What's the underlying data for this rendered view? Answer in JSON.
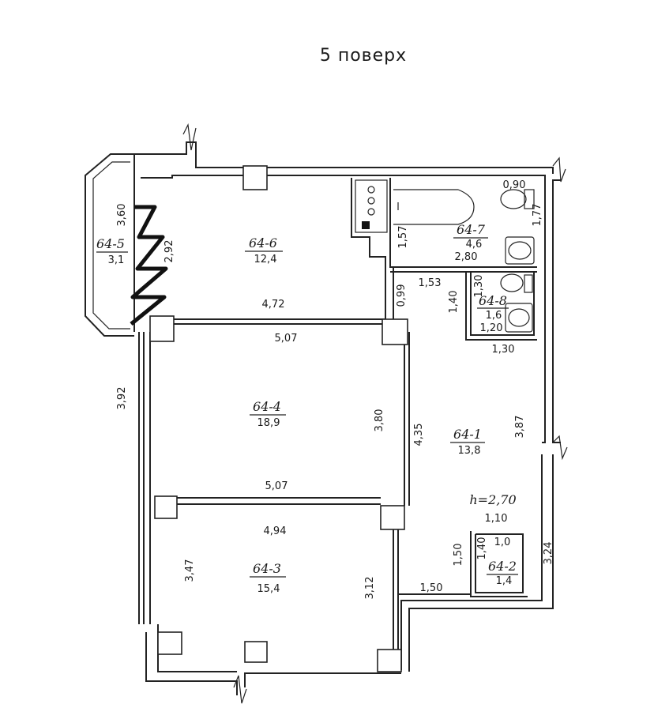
{
  "title": "5 поверх",
  "rooms": [
    {
      "id": "64-5",
      "area": "3,1"
    },
    {
      "id": "64-6",
      "area": "12,4"
    },
    {
      "id": "64-7",
      "area": "4,6"
    },
    {
      "id": "64-8",
      "area": "1,6"
    },
    {
      "id": "64-4",
      "area": "18,9"
    },
    {
      "id": "64-1",
      "area": "13,8"
    },
    {
      "id": "64-3",
      "area": "15,4"
    },
    {
      "id": "64-2",
      "area": "1,4"
    }
  ],
  "ceiling_height": "h=2,70",
  "dimensions": {
    "d360": "3,60",
    "d292": "2,92",
    "d472": "4,72",
    "d507a": "5,07",
    "d392": "3,92",
    "d380": "3,80",
    "d507b": "5,07",
    "d494": "4,94",
    "d347": "3,47",
    "d312": "3,12",
    "d435": "4,35",
    "d387": "3,87",
    "d099": "0,99",
    "d153": "1,53",
    "d140": "1,40",
    "d157": "1,57",
    "d280": "2,80",
    "d090": "0,90",
    "d177": "1,77",
    "d130a": "1,30",
    "d120": "1,20",
    "d130b": "1,30",
    "d110": "1,10",
    "d150a": "1,50",
    "d150b": "1,50",
    "d140b": "1,40",
    "d10": "1,0",
    "d324": "3,24"
  },
  "icons": [
    "toilet-icon",
    "sink-icon",
    "bathtub-icon",
    "stove-icon"
  ]
}
